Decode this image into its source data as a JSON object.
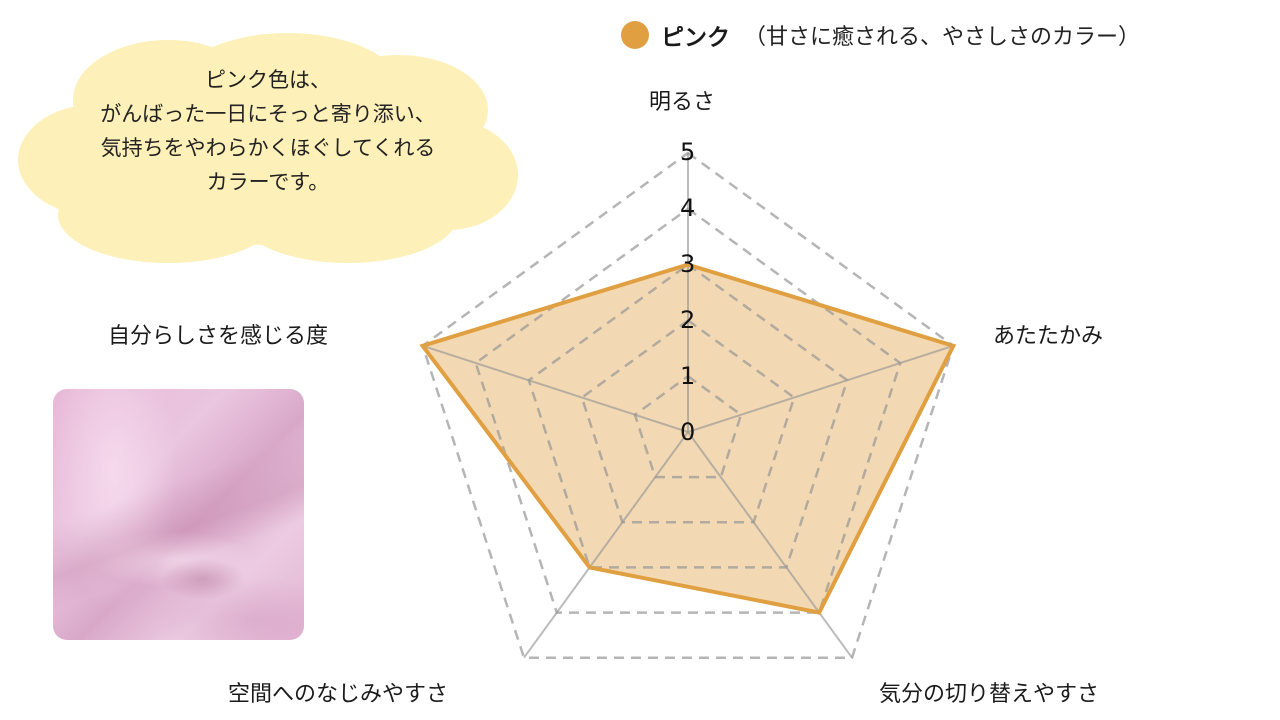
{
  "legend": {
    "series_name": "ピンク",
    "description": "（甘さに癒される、やさしさのカラー）",
    "color": "#e0a042"
  },
  "callout": {
    "lines": [
      "ピンク色は、",
      "がんばった一日にそっと寄り添い、",
      "気持ちをやわらかくほぐしてくれる",
      "カラーです。"
    ],
    "background": "#fdf0b8"
  },
  "image": {
    "description": "pink satin fabric",
    "color": "#e8bcd8"
  },
  "chart_data": {
    "type": "radar",
    "title": "",
    "axes": [
      "明るさ",
      "あたたかみ",
      "気分の切り替えやすさ",
      "空間へのなじみやすさ",
      "自分らしさを感じる度"
    ],
    "series": [
      {
        "name": "ピンク",
        "values": [
          3,
          5,
          4,
          3,
          5
        ],
        "color": "#e0a042",
        "fill": "rgba(224,160,66,0.4)"
      }
    ],
    "ticks": [
      "0",
      "1",
      "2",
      "3",
      "4",
      "5"
    ],
    "range": [
      0,
      5
    ],
    "grid": "dashed pentagons",
    "legend_position": "top-right"
  }
}
